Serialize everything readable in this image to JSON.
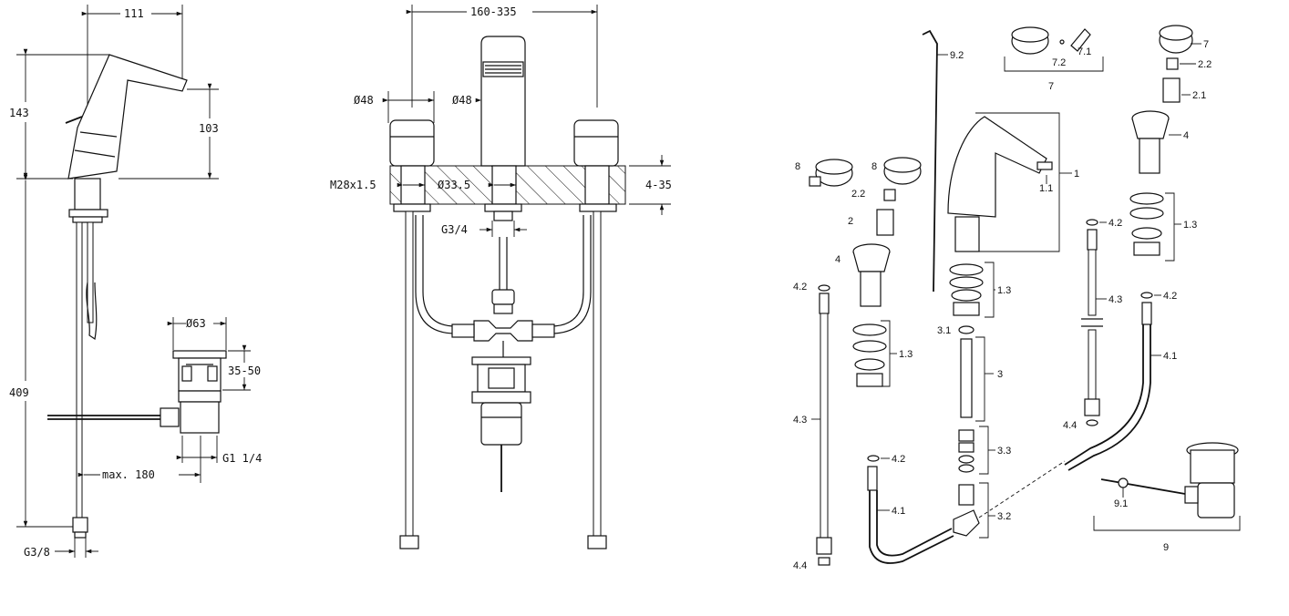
{
  "dimensions": {
    "side_top_width": "111",
    "side_total_height": "143",
    "side_spout_height": "103",
    "side_pipe_length": "409",
    "waste_diameter": "Ø63",
    "waste_height": "35-50",
    "waste_thread": "G1 1/4",
    "rod_max": "max. 180",
    "hose_thread": "G3/8",
    "spacing": "160-335",
    "handle_diameter_left": "Ø48",
    "spout_diameter": "Ø48",
    "mount_thread": "M28x1.5",
    "hole_diameter": "Ø33.5",
    "deck_thickness": "4-35",
    "outlet_thread": "G3/4"
  },
  "parts": {
    "p1": "1",
    "p1_1": "1.1",
    "p1_3a": "1.3",
    "p1_3b": "1.3",
    "p1_3c": "1.3",
    "p2a": "2",
    "p2_1": "2.1",
    "p2_2a": "2.2",
    "p2_2b": "2.2",
    "p3": "3",
    "p3_1": "3.1",
    "p3_2": "3.2",
    "p3_3": "3.3",
    "p4a": "4",
    "p4b": "4",
    "p4_1a": "4.1",
    "p4_1b": "4.1",
    "p4_2a": "4.2",
    "p4_2b": "4.2",
    "p4_2c": "4.2",
    "p4_2d": "4.2",
    "p4_3a": "4.3",
    "p4_3b": "4.3",
    "p4_4a": "4.4",
    "p4_4b": "4.4",
    "p7a": "7",
    "p7b": "7",
    "p7_1": "7.1",
    "p7_2": "7.2",
    "p8a": "8",
    "p8b": "8",
    "p9": "9",
    "p9_1": "9.1",
    "p9_2": "9.2"
  }
}
